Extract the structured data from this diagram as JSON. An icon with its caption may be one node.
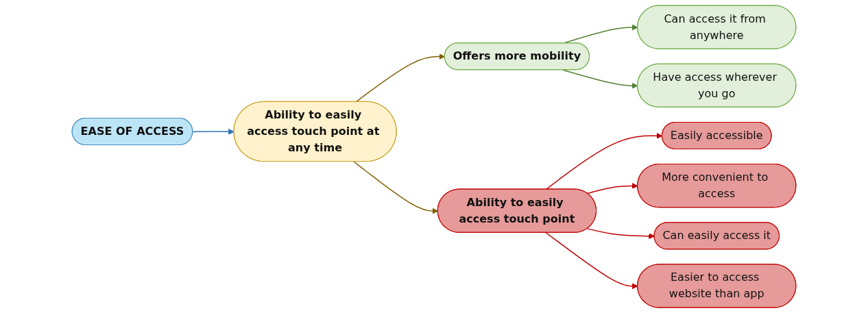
{
  "diagram": {
    "nodes": [
      {
        "text": [
          "EASE OF ACCESS"
        ]
      },
      {
        "text": [
          "Ability to easily access touch point at any time"
        ]
      },
      {
        "text": [
          "Offers more mobility"
        ]
      },
      {
        "text": [
          "Can access it from anywhere"
        ]
      },
      {
        "text": [
          "Have access wherever you go"
        ]
      },
      {
        "text": [
          "Ability to easily access touch point"
        ]
      },
      {
        "text": [
          "Easily accessible"
        ]
      },
      {
        "text": [
          "More convenient to access"
        ]
      },
      {
        "text": [
          "Can easily access it"
        ]
      },
      {
        "text": [
          "Easier to access website than app"
        ]
      }
    ],
    "edges": [
      {
        "from": 0,
        "to": 1,
        "arrow": "to",
        "color": "#2e75b6"
      },
      {
        "from": 1,
        "to": 2,
        "arrow": "to",
        "color": "#7f6000"
      },
      {
        "from": 1,
        "to": 5,
        "arrow": "to",
        "color": "#7f6000"
      },
      {
        "from": 2,
        "to": 3,
        "arrow": "to",
        "color": "#538135"
      },
      {
        "from": 2,
        "to": 4,
        "arrow": "to",
        "color": "#538135"
      },
      {
        "from": 5,
        "to": 6,
        "arrow": "to"
      },
      {
        "from": 5,
        "to": 7,
        "arrow": "to"
      },
      {
        "from": 5,
        "to": 8,
        "arrow": "to"
      },
      {
        "from": 5,
        "to": 9,
        "arrow": "to"
      }
    ]
  }
}
